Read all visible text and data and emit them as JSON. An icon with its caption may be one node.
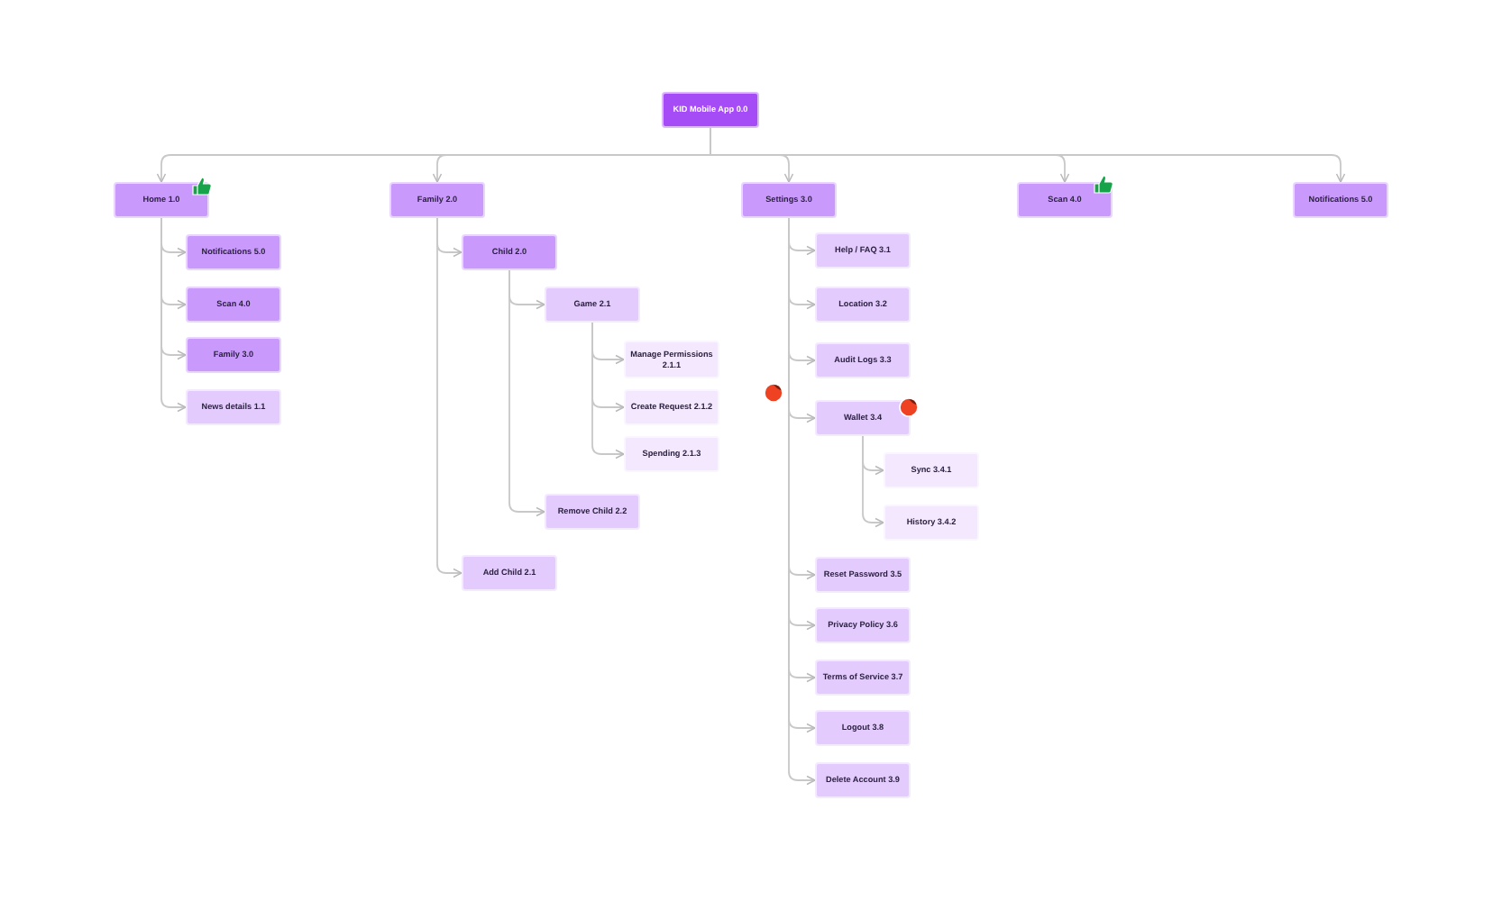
{
  "diagram": {
    "nodes": [
      {
        "text": [
          "KID Mobile App 0.0"
        ]
      },
      {
        "text": [
          "Home 1.0"
        ]
      },
      {
        "text": [
          "Notifications 5.0"
        ]
      },
      {
        "text": [
          "Scan 4.0"
        ]
      },
      {
        "text": [
          "Family 3.0"
        ]
      },
      {
        "text": [
          "News details 1.1"
        ]
      },
      {
        "text": [
          "Family 2.0"
        ]
      },
      {
        "text": [
          "Child 2.0"
        ]
      },
      {
        "text": [
          "Game 2.1"
        ]
      },
      {
        "text": [
          "Manage Permissions 2.1.1"
        ]
      },
      {
        "text": [
          "Create Request 2.1.2"
        ]
      },
      {
        "text": [
          "Spending 2.1.3"
        ]
      },
      {
        "text": [
          "Remove Child 2.2"
        ]
      },
      {
        "text": [
          "Add Child 2.1"
        ]
      },
      {
        "text": [
          "Settings 3.0"
        ]
      },
      {
        "text": [
          "Help / FAQ 3.1"
        ]
      },
      {
        "text": [
          "Location 3.2"
        ]
      },
      {
        "text": [
          "Audit Logs 3.3"
        ]
      },
      {
        "text": [
          "Wallet 3.4"
        ]
      },
      {
        "text": [
          "Sync 3.4.1"
        ]
      },
      {
        "text": [
          "History 3.4.2"
        ]
      },
      {
        "text": [
          "Reset Password 3.5"
        ]
      },
      {
        "text": [
          "Privacy Policy 3.6"
        ]
      },
      {
        "text": [
          "Terms of Service 3.7"
        ]
      },
      {
        "text": [
          "Logout 3.8"
        ]
      },
      {
        "text": [
          "Delete Account 3.9"
        ]
      },
      {
        "text": [
          "Scan 4.0"
        ]
      },
      {
        "text": [
          "Notifications 5.0"
        ]
      }
    ],
    "edges": [
      {
        "from": 0,
        "to": 1,
        "arrow": "to"
      },
      {
        "from": 0,
        "to": 6,
        "arrow": "to"
      },
      {
        "from": 0,
        "to": 14,
        "arrow": "to"
      },
      {
        "from": 0,
        "to": 26,
        "arrow": "to"
      },
      {
        "from": 0,
        "to": 27,
        "arrow": "to"
      },
      {
        "from": 1,
        "to": 2,
        "arrow": "to"
      },
      {
        "from": 1,
        "to": 3,
        "arrow": "to"
      },
      {
        "from": 1,
        "to": 4,
        "arrow": "to"
      },
      {
        "from": 1,
        "to": 5,
        "arrow": "to"
      },
      {
        "from": 6,
        "to": 7,
        "arrow": "to"
      },
      {
        "from": 6,
        "to": 13,
        "arrow": "to"
      },
      {
        "from": 7,
        "to": 8,
        "arrow": "to"
      },
      {
        "from": 7,
        "to": 12,
        "arrow": "to"
      },
      {
        "from": 8,
        "to": 9,
        "arrow": "to"
      },
      {
        "from": 8,
        "to": 10,
        "arrow": "to"
      },
      {
        "from": 8,
        "to": 11,
        "arrow": "to"
      },
      {
        "from": 14,
        "to": 15,
        "arrow": "to"
      },
      {
        "from": 14,
        "to": 16,
        "arrow": "to"
      },
      {
        "from": 14,
        "to": 17,
        "arrow": "to"
      },
      {
        "from": 14,
        "to": 18,
        "arrow": "to"
      },
      {
        "from": 14,
        "to": 21,
        "arrow": "to"
      },
      {
        "from": 14,
        "to": 22,
        "arrow": "to"
      },
      {
        "from": 14,
        "to": 23,
        "arrow": "to"
      },
      {
        "from": 14,
        "to": 24,
        "arrow": "to"
      },
      {
        "from": 14,
        "to": 25,
        "arrow": "to"
      },
      {
        "from": 18,
        "to": 19,
        "arrow": "to"
      },
      {
        "from": 18,
        "to": 20,
        "arrow": "to"
      }
    ]
  }
}
